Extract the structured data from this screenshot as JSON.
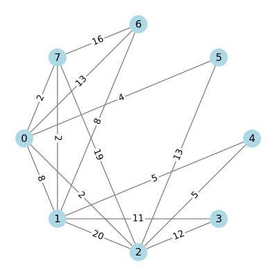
{
  "graph": {
    "colors": {
      "node": "#add8e6",
      "edge": "#808080",
      "label": "#000000"
    },
    "nodes": [
      {
        "id": "0",
        "label": "0"
      },
      {
        "id": "1",
        "label": "1"
      },
      {
        "id": "2",
        "label": "2"
      },
      {
        "id": "3",
        "label": "3"
      },
      {
        "id": "4",
        "label": "4"
      },
      {
        "id": "5",
        "label": "5"
      },
      {
        "id": "6",
        "label": "6"
      },
      {
        "id": "7",
        "label": "7"
      }
    ],
    "edges": [
      {
        "source": "7",
        "target": "6",
        "weight": "16"
      },
      {
        "source": "7",
        "target": "0",
        "weight": "2"
      },
      {
        "source": "7",
        "target": "1",
        "weight": "2"
      },
      {
        "source": "7",
        "target": "2",
        "weight": "19"
      },
      {
        "source": "6",
        "target": "0",
        "weight": "13"
      },
      {
        "source": "6",
        "target": "1",
        "weight": "8"
      },
      {
        "source": "5",
        "target": "0",
        "weight": "4"
      },
      {
        "source": "5",
        "target": "2",
        "weight": "13"
      },
      {
        "source": "0",
        "target": "1",
        "weight": "8"
      },
      {
        "source": "0",
        "target": "2",
        "weight": "2"
      },
      {
        "source": "4",
        "target": "1",
        "weight": "5"
      },
      {
        "source": "4",
        "target": "2",
        "weight": "5"
      },
      {
        "source": "1",
        "target": "3",
        "weight": "11"
      },
      {
        "source": "1",
        "target": "2",
        "weight": "20"
      },
      {
        "source": "3",
        "target": "2",
        "weight": "12"
      }
    ]
  }
}
